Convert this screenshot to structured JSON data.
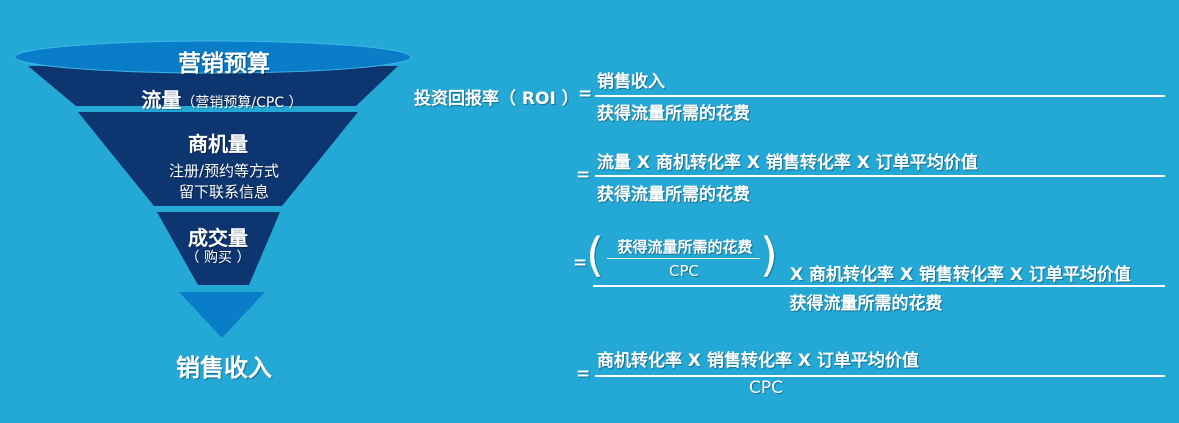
{
  "funnel": {
    "top": "营销预算",
    "stage1": {
      "title": "流量",
      "note": "（营销预算/CPC ）"
    },
    "stage2": {
      "title": "商机量",
      "line1": "注册/预约等方式",
      "line2": "留下联系信息"
    },
    "stage3": {
      "title": "成交量",
      "note": "（ 购买 ）"
    },
    "result": "销售收入"
  },
  "formulas": {
    "roi_label": "投资回报率（ ROI ）",
    "eq": "=",
    "f1": {
      "num": "销售收入",
      "den": "获得流量所需的花费"
    },
    "f2": {
      "num": "流量 X 商机转化率 X 销售转化率 X 订单平均价值",
      "den": "获得流量所需的花费"
    },
    "f3": {
      "inner_num": "获得流量所需的花费",
      "inner_den": "CPC",
      "num_rest": "X 商机转化率 X 销售转化率 X 订单平均价值",
      "den": "获得流量所需的花费",
      "lparen": "(",
      "rparen": ")"
    },
    "f4": {
      "num": "商机转化率 X 销售转化率 X 订单平均价值",
      "den": "CPC"
    }
  },
  "colors": {
    "background": "#24a9d6",
    "funnel_dark": "#0d3570",
    "funnel_top": "#0a7dc8"
  }
}
